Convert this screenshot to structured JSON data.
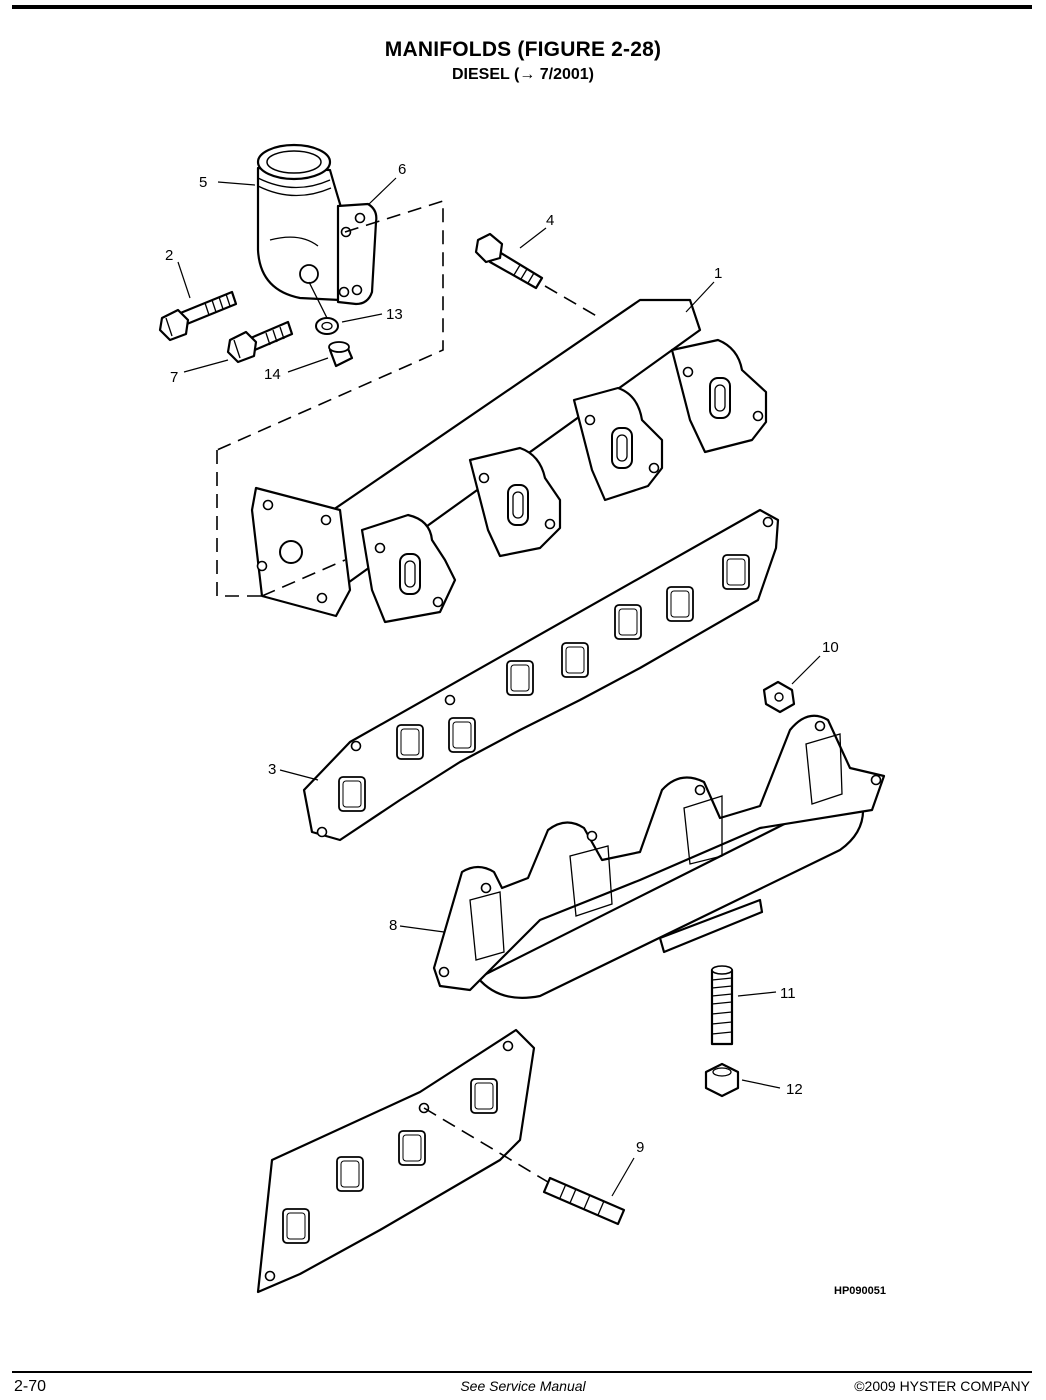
{
  "header": {
    "title": "MANIFOLDS (FIGURE 2-28)",
    "subtitle": "DIESEL  (→ 7/2001)"
  },
  "figure": {
    "id_label": "HP090051",
    "callouts": [
      "1",
      "2",
      "3",
      "4",
      "5",
      "6",
      "7",
      "8",
      "9",
      "10",
      "11",
      "12",
      "13",
      "14"
    ]
  },
  "footer": {
    "page_number": "2-70",
    "note": "See Service Manual",
    "copyright": "©2009 HYSTER COMPANY"
  }
}
